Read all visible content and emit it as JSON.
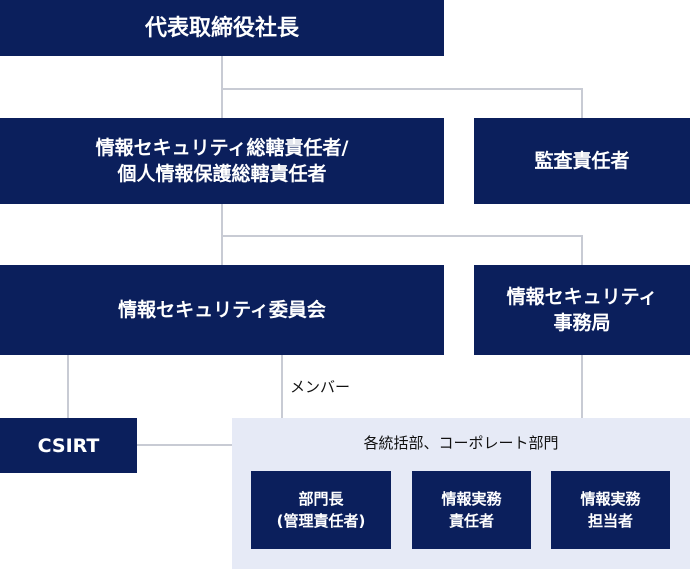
{
  "nodes": {
    "ceo": "代表取締役社長",
    "security_officer_line1": "情報セキュリティ総轄責任者/",
    "security_officer_line2": "個人情報保護総轄責任者",
    "auditor": "監査責任者",
    "committee": "情報セキュリティ委員会",
    "secretariat_line1": "情報セキュリティ",
    "secretariat_line2": "事務局",
    "csirt": "CSIRT",
    "dept_head_line1": "部門長",
    "dept_head_line2": "(管理責任者)",
    "practice_resp_line1": "情報実務",
    "practice_resp_line2": "責任者",
    "practice_staff_line1": "情報実務",
    "practice_staff_line2": "担当者"
  },
  "labels": {
    "member": "メンバー",
    "departments_group": "各統括部、コーポレート部門"
  },
  "colors": {
    "box": "#0b1f5c",
    "line": "#c8cbd4",
    "panel": "#e6eaf6"
  }
}
